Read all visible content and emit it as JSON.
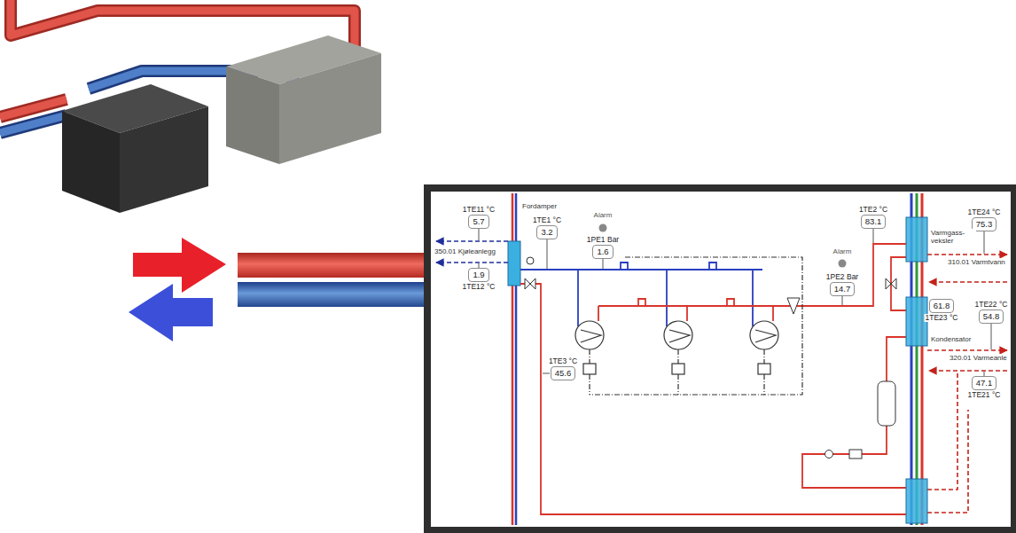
{
  "diagram": {
    "nodes": [
      {
        "text": [
          "1TE11 °C",
          "5.7"
        ]
      },
      {
        "text": [
          "1TE1 °C",
          "3.2"
        ]
      },
      {
        "text": [
          "1TE2 °C",
          "83.1"
        ]
      },
      {
        "text": [
          "1TE24 °C",
          "75.3"
        ]
      },
      {
        "text": [
          "1PE1 Bar",
          "1.6"
        ]
      },
      {
        "text": [
          "1.9",
          "1TE12 °C"
        ]
      },
      {
        "text": [
          "1PE2 Bar",
          "14.7"
        ]
      },
      {
        "text": [
          "61.8",
          "1TE23 °C"
        ]
      },
      {
        "text": [
          "1TE22 °C",
          "54.8"
        ]
      },
      {
        "text": [
          "1TE3 °C",
          "45.6"
        ]
      },
      {
        "text": [
          "47.1",
          "1TE21 °C"
        ]
      }
    ],
    "labels": [
      "Alarm",
      "Alarm",
      "Fordamper",
      "350.01 Kjøleanlegg",
      "Varmgass-veksler",
      "310.01 Varmtvann",
      "Kondensator",
      "320.01 Varmeanle"
    ]
  }
}
